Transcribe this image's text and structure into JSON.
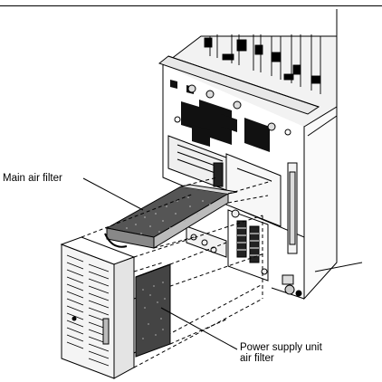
{
  "labels": {
    "main_air_filter": "Main air filter",
    "psu_filter_line1": "Power supply unit",
    "psu_filter_line2": "air filter"
  }
}
